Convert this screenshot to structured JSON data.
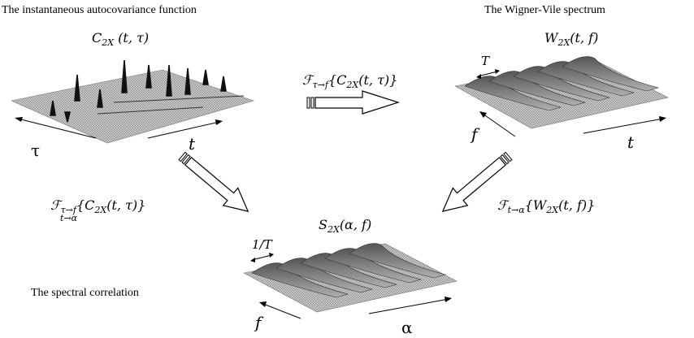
{
  "captions": {
    "top_left": "The instantaneous autocovariance function",
    "top_right": "The Wigner-Vile spectrum",
    "bottom_left": "The spectral correlation"
  },
  "formulas": {
    "c2x": "C₂ₓ (t, τ)",
    "w2x": "W₂ₓ(t, f)",
    "s2x": "S₂ₓ(α, f)",
    "transform_tau_f": "ℱτ→f{C₂ₓ(t, τ)}",
    "transform_tau_f_t_alpha": "ℱτ→f{C₂ₓ(t, τ)}",
    "transform_t_alpha_sub": "t→α",
    "transform_t_alpha": "ℱt→α{W₂ₓ(t, f)}"
  },
  "axes": {
    "left_tau": "τ",
    "left_t": "t",
    "right_f": "f",
    "right_t": "t",
    "bottom_f": "f",
    "bottom_alpha": "α"
  },
  "period_labels": {
    "top": "T",
    "bottom": "1/T"
  }
}
